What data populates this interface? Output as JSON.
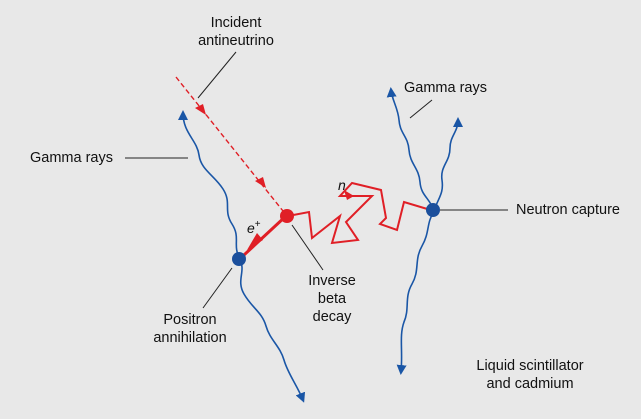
{
  "labels": {
    "incident_antineutrino": "Incident\nantineutrino",
    "gamma_rays_left": "Gamma rays",
    "gamma_rays_right": "Gamma rays",
    "neutron_capture": "Neutron capture",
    "positron_annihilation": "Positron\nannihilation",
    "inverse_beta_decay": "Inverse\nbeta\ndecay",
    "liquid_scintillator": "Liquid scintillator\nand cadmium",
    "neutron_symbol": "n",
    "positron_symbol": "e",
    "positron_charge": "+"
  },
  "colors": {
    "background": "#e8e8e8",
    "red": "#e01f26",
    "blue": "#1a56a6",
    "node_blue": "#1b4f9c",
    "leader_line": "#222222"
  }
}
